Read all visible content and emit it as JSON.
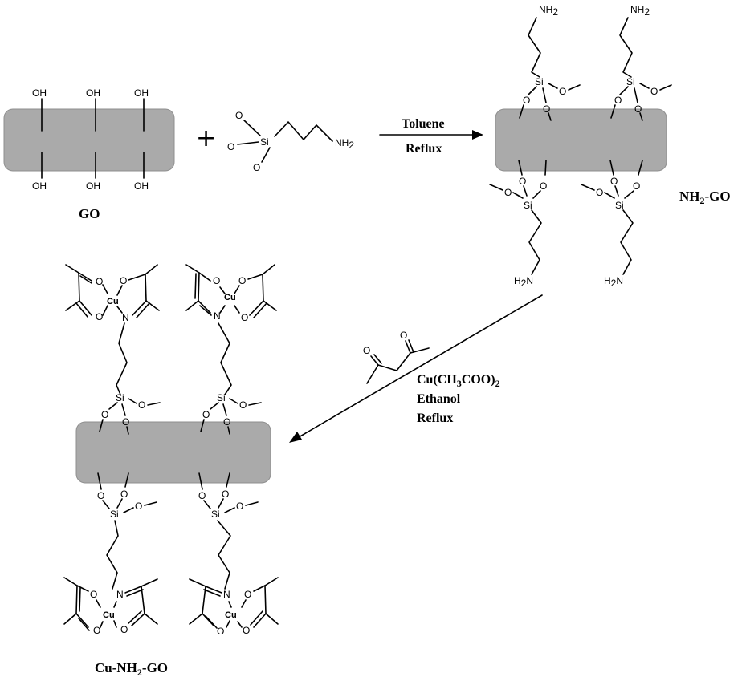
{
  "labels": {
    "go": "GO",
    "nh2_go": "NH",
    "nh2_go_sub": "2",
    "nh2_go_suffix": "-GO",
    "cu_nh2_go_prefix": "Cu-NH",
    "cu_nh2_go_sub": "2",
    "cu_nh2_go_suffix": "-GO",
    "plus": "+"
  },
  "conditions": {
    "step1_top": "Toluene",
    "step1_bottom": "Reflux",
    "step2_line1": "Cu(CH",
    "step2_line1_sub1": "3",
    "step2_line1_mid": "COO)",
    "step2_line1_sub2": "2",
    "step2_line2": "Ethanol",
    "step2_line3": "Reflux"
  },
  "atoms": {
    "OH": "OH",
    "O": "O",
    "Si": "Si",
    "N": "N",
    "NH": "NH",
    "H2N": "H",
    "H2N_sub": "2",
    "H2N_tail": "N",
    "two": "2",
    "Cu": "Cu"
  },
  "colors": {
    "sheet": "#aaaaaa",
    "ink": "#000000"
  }
}
